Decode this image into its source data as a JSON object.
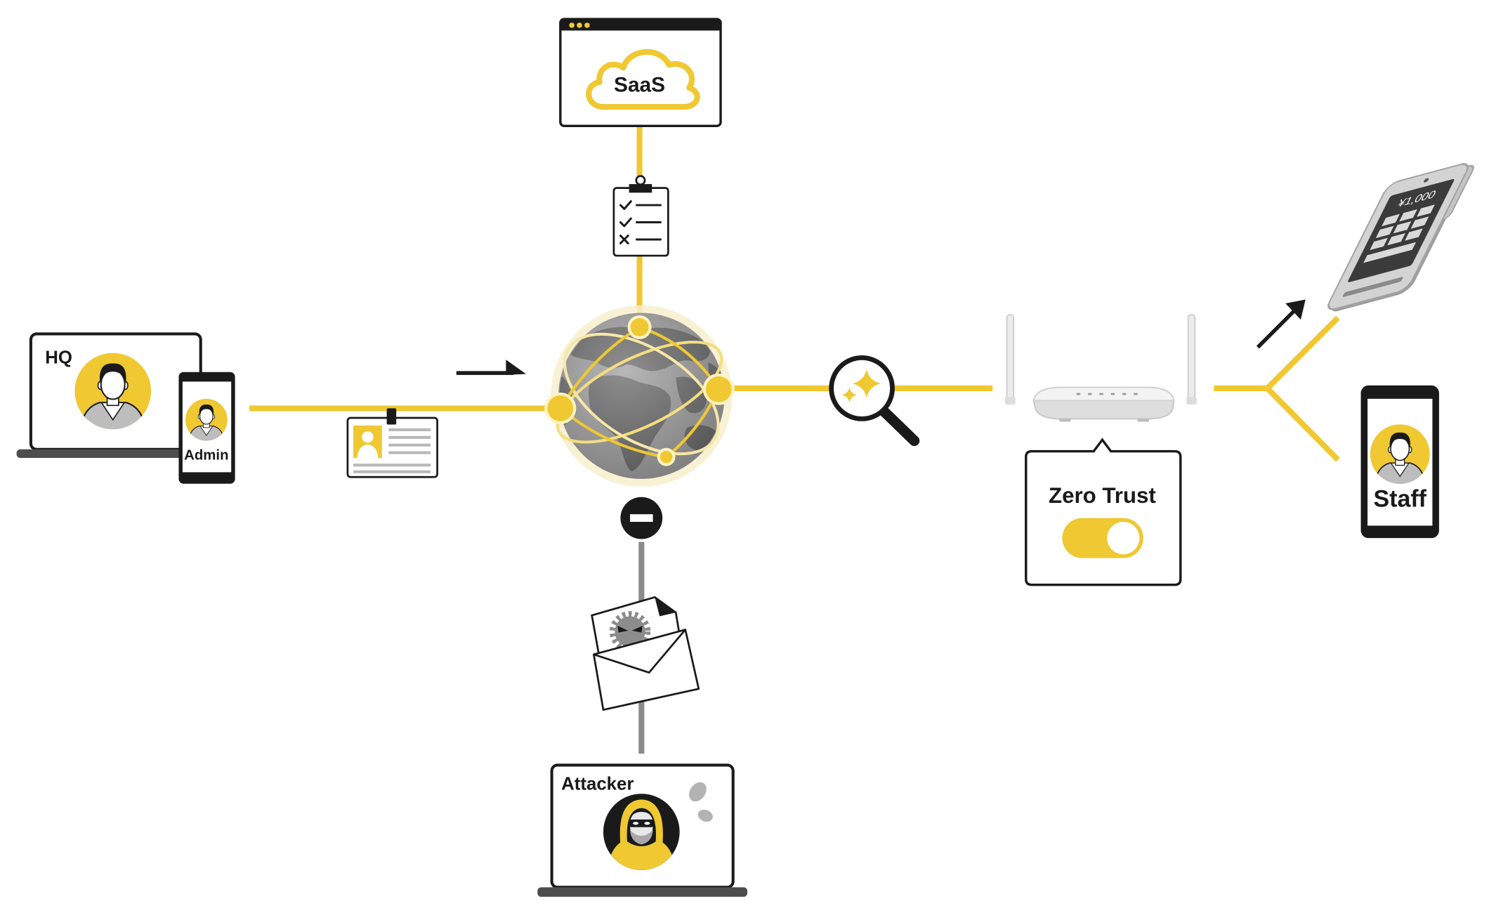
{
  "diagram": {
    "saas": {
      "label": "SaaS",
      "icon": "cloud-icon"
    },
    "hq": {
      "label": "HQ",
      "icon": "laptop-icon"
    },
    "admin": {
      "label": "Admin",
      "icon": "smartphone-icon"
    },
    "router": {
      "callout_label": "Zero Trust",
      "toggle_on": true,
      "icon": "router-icon"
    },
    "payment_terminal": {
      "amount": "¥1,000",
      "icon": "payment-terminal-icon"
    },
    "staff": {
      "label": "Staff",
      "icon": "smartphone-icon"
    },
    "attacker": {
      "label": "Attacker",
      "icon": "hacker-avatar-icon"
    },
    "connectors": {
      "internet": {
        "icon": "globe-icon"
      },
      "policy_check": {
        "icon": "checklist-clipboard-icon"
      },
      "identity": {
        "icon": "id-badge-icon"
      },
      "inspection": {
        "icon": "magnifier-sparkle-icon"
      },
      "blocked": {
        "icon": "blocked-icon"
      },
      "malware": {
        "icon": "malware-email-icon"
      }
    }
  },
  "colors": {
    "accent_yellow": "#EFC832",
    "outline_black": "#1A1A1A",
    "attacker_line_gray": "#8C8C8C"
  }
}
